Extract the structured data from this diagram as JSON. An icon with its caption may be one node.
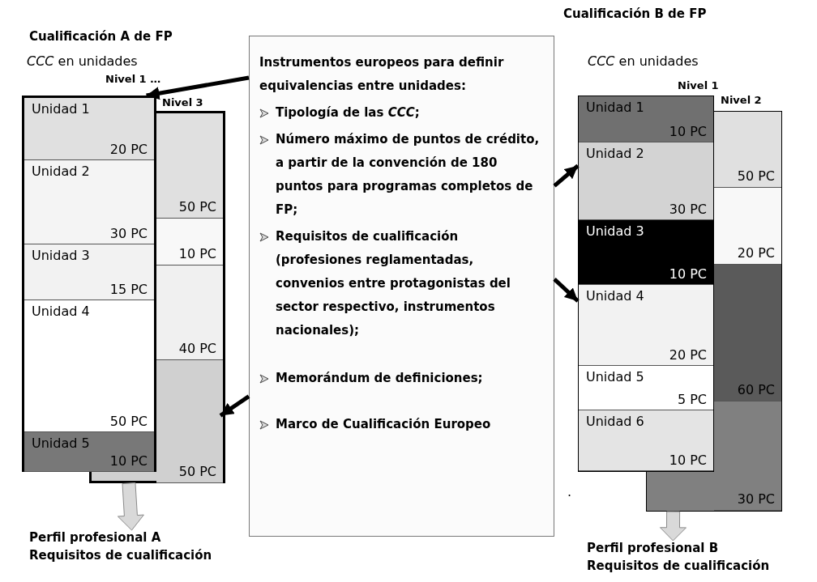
{
  "diagram": {
    "nodes": [
      {
        "text": [
          "Nivel 3"
        ]
      },
      {
        "text": [
          "50 PC"
        ],
        "in": 0
      },
      {
        "text": [
          "10 PC"
        ],
        "in": 0
      },
      {
        "text": [
          "40 PC"
        ],
        "in": 0
      },
      {
        "text": [
          "50 PC"
        ],
        "in": 0
      },
      {
        "text": [
          "Nivel 1 …"
        ]
      },
      {
        "text": [
          "Unidad 1",
          "20 PC"
        ],
        "in": 5
      },
      {
        "text": [
          "Unidad 2",
          "30 PC"
        ],
        "in": 5
      },
      {
        "text": [
          "Unidad 3",
          "15 PC"
        ],
        "in": 5
      },
      {
        "text": [
          "Unidad 4",
          "50 PC"
        ],
        "in": 5
      },
      {
        "text": [
          "Unidad 5",
          "10 PC"
        ],
        "in": 5
      },
      {
        "text": [
          "Instrumentos europeos para definir equivalencias entre unidades:",
          "Tipología de las *CCC*;",
          "Número máximo de puntos de crédito, a partir de la convención de 180 puntos para programas completos de FP;",
          "Requisitos de cualificación (profesiones reglamentadas, convenios entre protagonistas del sector respectivo, instrumentos nacionales);",
          "Memorándum de definiciones;",
          "Marco de Cualificación Europeo"
        ]
      },
      {
        "text": [
          "Nivel 2"
        ]
      },
      {
        "text": [
          "50 PC"
        ],
        "in": 12
      },
      {
        "text": [
          "20 PC"
        ],
        "in": 12
      },
      {
        "text": [
          "60 PC"
        ],
        "in": 12
      },
      {
        "text": [
          "30 PC"
        ],
        "in": 12
      },
      {
        "text": [
          "Nivel 1"
        ]
      },
      {
        "text": [
          "Unidad 1",
          "10 PC"
        ],
        "in": 17
      },
      {
        "text": [
          "Unidad 2",
          "30 PC"
        ],
        "in": 17
      },
      {
        "text": [
          "Unidad 3",
          "10 PC"
        ],
        "in": 17
      },
      {
        "text": [
          "Unidad 4",
          "20 PC"
        ],
        "in": 17
      },
      {
        "text": [
          "Unidad 5",
          "5 PC"
        ],
        "in": 17
      },
      {
        "text": [
          "Unidad 6",
          "10 PC"
        ],
        "in": 17
      },
      {
        "text": [
          "Perfil profesional A",
          "Requisitos de cualificación"
        ]
      },
      {
        "text": [
          "Perfil profesional B",
          "Requisitos de cualificación"
        ]
      },
      {
        "text": [],
        "shape": "box"
      },
      {
        "text": [],
        "shape": "box"
      }
    ],
    "edges": [
      {
        "from": 11,
        "to": 6,
        "arrow": "to"
      },
      {
        "from": 11,
        "to": 4,
        "arrow": "to"
      },
      {
        "from": 11,
        "to": 19,
        "arrow": "to"
      },
      {
        "from": 11,
        "to": 21,
        "arrow": "to"
      },
      {
        "from": 26,
        "to": 24,
        "arrow": "to",
        "style": "thick",
        "color": "#d9d9d9"
      },
      {
        "from": 27,
        "to": 25,
        "arrow": "to",
        "style": "thick",
        "color": "#d9d9d9"
      }
    ],
    "labels": [
      "Cualificación A de FP",
      "*CCC* en unidades",
      "Cualificación B de FP",
      "*CCC* en unidades",
      "."
    ]
  }
}
